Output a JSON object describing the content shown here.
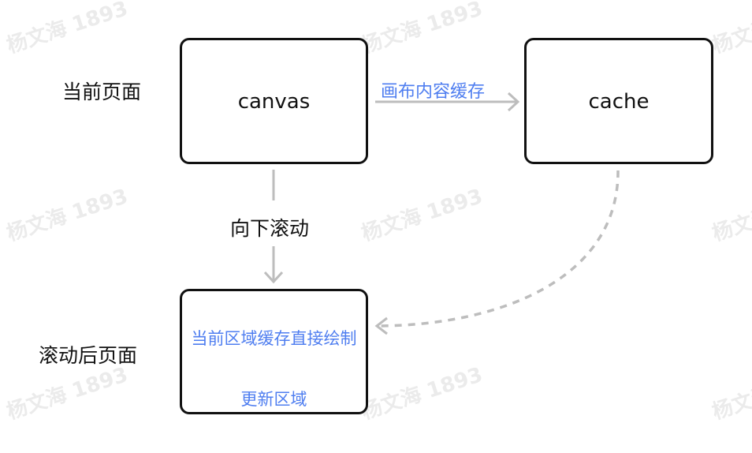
{
  "watermark": "杨文海 1893",
  "rows": {
    "current_page": "当前页面",
    "after_scroll_page": "滚动后页面"
  },
  "boxes": {
    "canvas": "canvas",
    "cache": "cache",
    "cached_region": "当前区域缓存直接绘制",
    "update_region": "更新区域"
  },
  "edges": {
    "canvas_to_cache": "画布内容缓存",
    "scroll_down": "向下滚动"
  },
  "colors": {
    "box_border": "#111111",
    "arrow": "#bdbdbd",
    "accent_text": "#4f7ef0",
    "watermark": "#ebebeb"
  }
}
